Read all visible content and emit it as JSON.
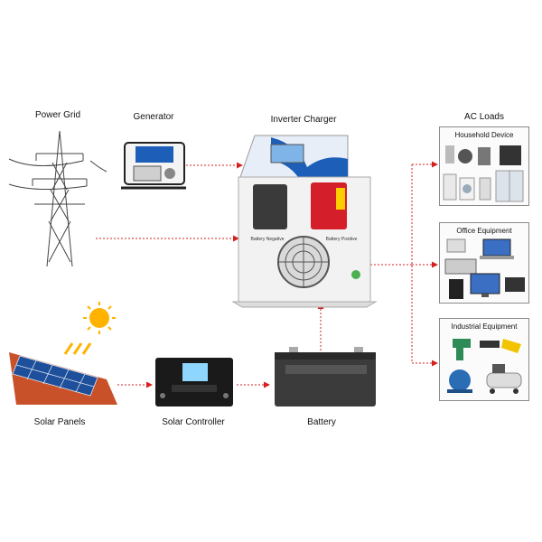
{
  "diagram": {
    "nodes": {
      "power_grid": {
        "label": "Power Grid"
      },
      "generator": {
        "label": "Generator"
      },
      "inverter": {
        "label": "Inverter Charger",
        "left_terminal": "Battery Negative",
        "right_terminal": "Battery Positive"
      },
      "ac_loads": {
        "label": "AC Loads"
      },
      "household": {
        "label": "Household Device"
      },
      "office": {
        "label": "Office Equipment"
      },
      "industrial": {
        "label": "Industrial Equipment"
      },
      "solar_panels": {
        "label": "Solar Panels"
      },
      "solar_controller": {
        "label": "Solar Controller"
      },
      "battery": {
        "label": "Battery"
      }
    },
    "edges": [
      {
        "from": "generator",
        "to": "inverter"
      },
      {
        "from": "power_grid",
        "to": "inverter"
      },
      {
        "from": "inverter",
        "to": "household"
      },
      {
        "from": "inverter",
        "to": "office"
      },
      {
        "from": "inverter",
        "to": "industrial"
      },
      {
        "from": "solar_panels",
        "to": "solar_controller"
      },
      {
        "from": "solar_controller",
        "to": "battery"
      },
      {
        "from": "battery",
        "to": "inverter"
      }
    ],
    "line_color": "#d62020",
    "accent_blue": "#1d5fb8"
  }
}
